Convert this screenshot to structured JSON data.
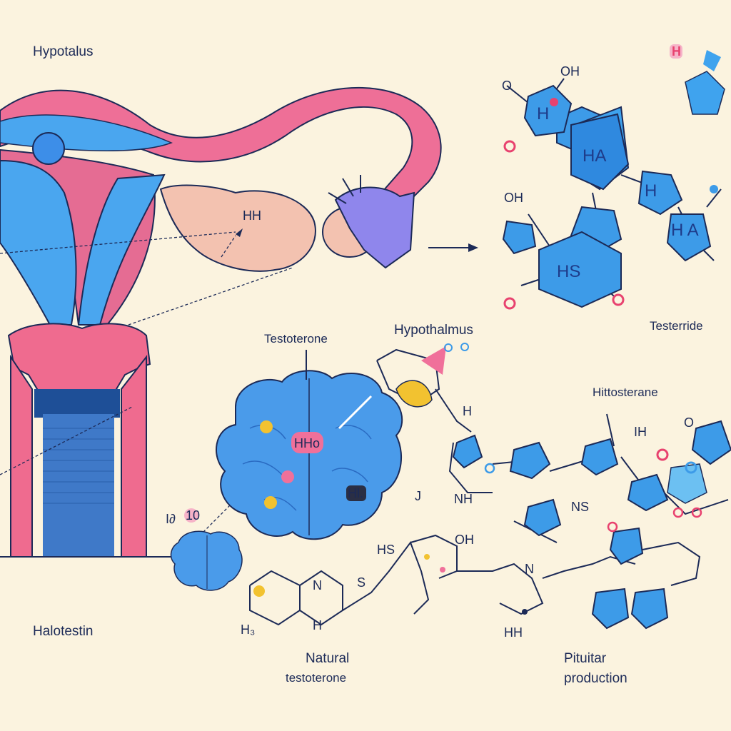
{
  "labels": {
    "hypotalus": "Hypotalus",
    "hypothalmus": "Hypothalmus",
    "testoterone_top": "Testoterone",
    "testerride": "Testerride",
    "hittosterane": "Hittosterane",
    "halotestin": "Halotestin",
    "natural": "Natural",
    "testoterone_bottom": "testoterone",
    "pituitar": "Pituitar",
    "production": "production"
  },
  "glyphs": {
    "hh_uterus": "HH",
    "ha": "HA",
    "hs_hex": "HS",
    "h1": "H",
    "h2": "H",
    "ha2": "H A",
    "oh1": "OH",
    "oh2": "OH",
    "o1": "O",
    "o2": "O",
    "o3": "O",
    "o4": "O",
    "h_pink": "H",
    "hho": "HHo",
    "hl": "Hl.",
    "nh": "NH",
    "ns": "NS",
    "hs_chain": "HS",
    "oh_chain": "OH",
    "n1": "N",
    "s1": "S",
    "hh_chain": "HH",
    "h3": "H₃",
    "ih": "IH",
    "oh3": "H",
    "o_sub": "O",
    "io": "I∂",
    "ten": "10",
    "j": "J",
    "h_chain": "H"
  },
  "colors": {
    "background": "#fbf3df",
    "pink": "#ef6b8f",
    "blue": "#3d9be8",
    "navy": "#1c2a57",
    "peach": "#f3c2b0",
    "purple": "#8f86ec"
  }
}
